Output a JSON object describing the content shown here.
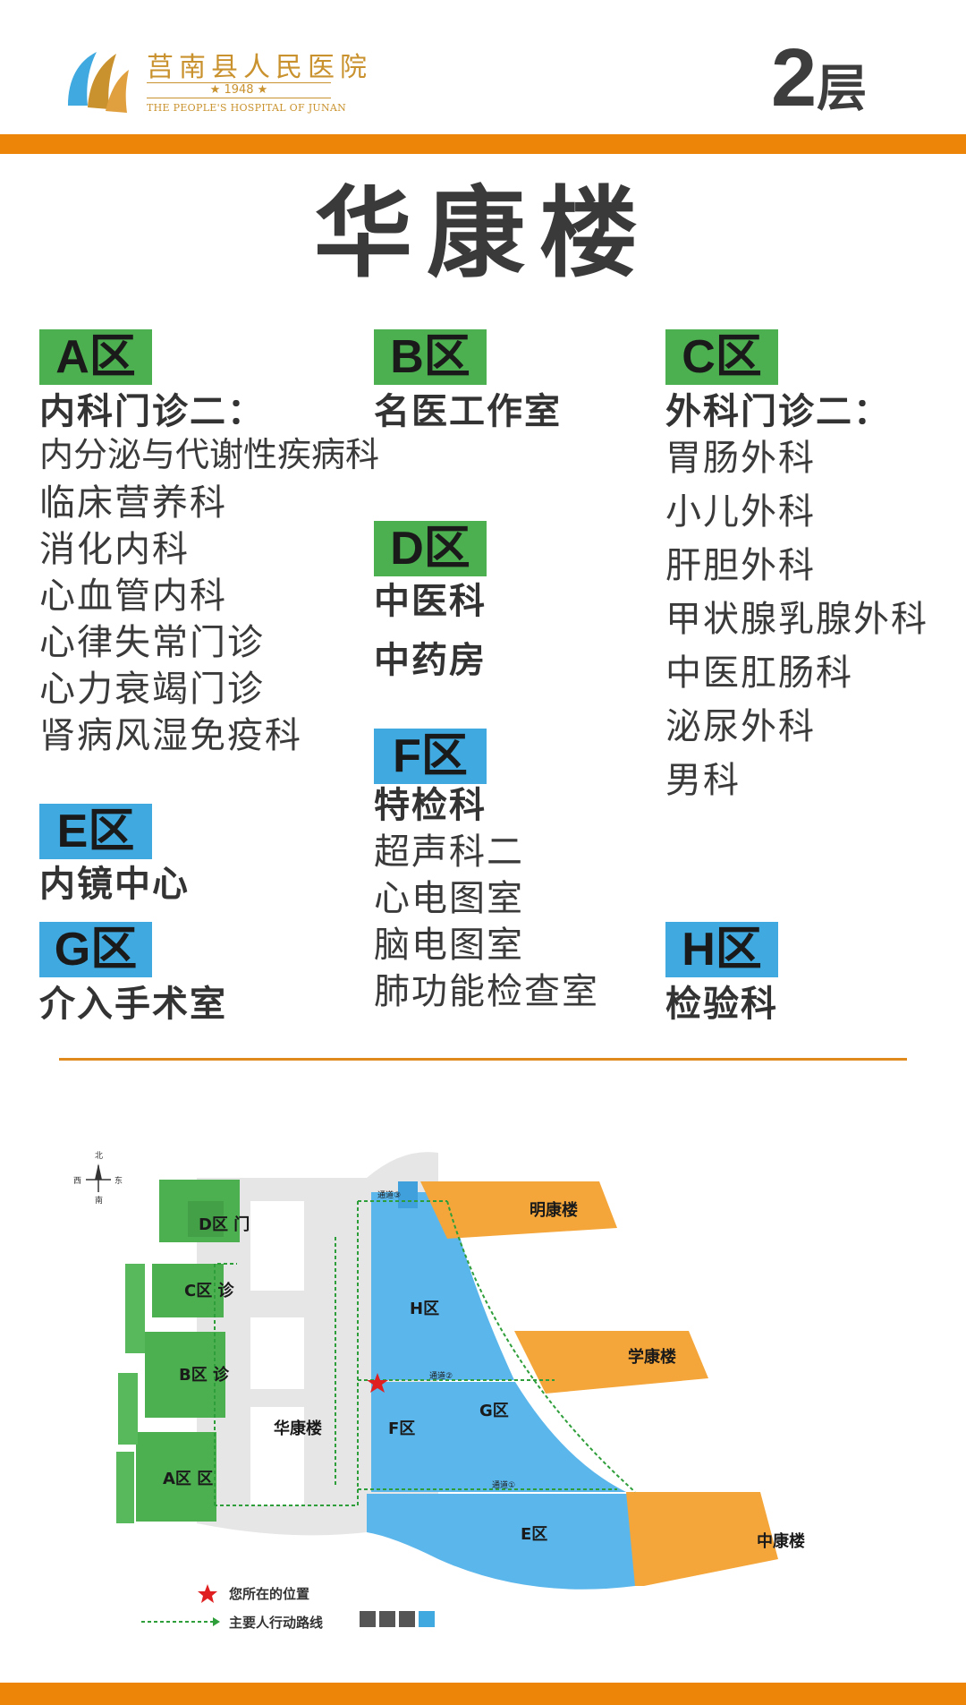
{
  "header": {
    "hospital_cn": "莒南县人民医院",
    "year": "★ 1948 ★",
    "hospital_en": "THE PEOPLE'S HOSPITAL    OF JUNAN",
    "floor_number": "2",
    "floor_suffix": "层"
  },
  "building_title": "华康楼",
  "zones": {
    "A": {
      "tag": "A区",
      "heading": "内科门诊二：",
      "items": [
        "内分泌与代谢性疾病科",
        "临床营养科",
        "消化内科",
        "心血管内科",
        "心律失常门诊",
        "心力衰竭门诊",
        "肾病风湿免疫科"
      ]
    },
    "B": {
      "tag": "B区",
      "items": [
        "名医工作室"
      ]
    },
    "C": {
      "tag": "C区",
      "heading": "外科门诊二：",
      "items": [
        "胃肠外科",
        "小儿外科",
        "肝胆外科",
        "甲状腺乳腺外科",
        "中医肛肠科",
        "泌尿外科",
        "男科"
      ]
    },
    "D": {
      "tag": "D区",
      "items": [
        "中医科",
        "中药房"
      ]
    },
    "E": {
      "tag": "E区",
      "items": [
        "内镜中心"
      ]
    },
    "F": {
      "tag": "F区",
      "heading": "特检科",
      "items": [
        "超声科二",
        "心电图室",
        "脑电图室",
        "肺功能检查室"
      ]
    },
    "G": {
      "tag": "G区",
      "items": [
        "介入手术室"
      ]
    },
    "H": {
      "tag": "H区",
      "items": [
        "检验科"
      ]
    }
  },
  "map": {
    "compass": {
      "n": "北",
      "s": "南",
      "e": "东",
      "w": "西"
    },
    "labels": {
      "d_door": "D区 门",
      "c_clinic": "C区 诊",
      "b_clinic": "B区 诊",
      "a_zone": "A区 区",
      "huakang": "华康楼",
      "h": "H区",
      "g": "G区",
      "f": "F区",
      "e": "E区",
      "mingkang": "明康楼",
      "xuekang": "学康楼",
      "zhongkang": "中康楼",
      "passage1": "通道①",
      "passage2": "通道②",
      "passage3": "通道③"
    },
    "legend": {
      "you_are_here": "您所在的位置",
      "main_route": "主要人行动路线"
    }
  },
  "colors": {
    "orange": "#ed8508",
    "green": "#4caf50",
    "blue": "#3fa9e0",
    "map_blue": "#5bb6ec",
    "map_orange": "#f5a63a",
    "route_green": "#2e9e3a",
    "star_red": "#e02020"
  }
}
